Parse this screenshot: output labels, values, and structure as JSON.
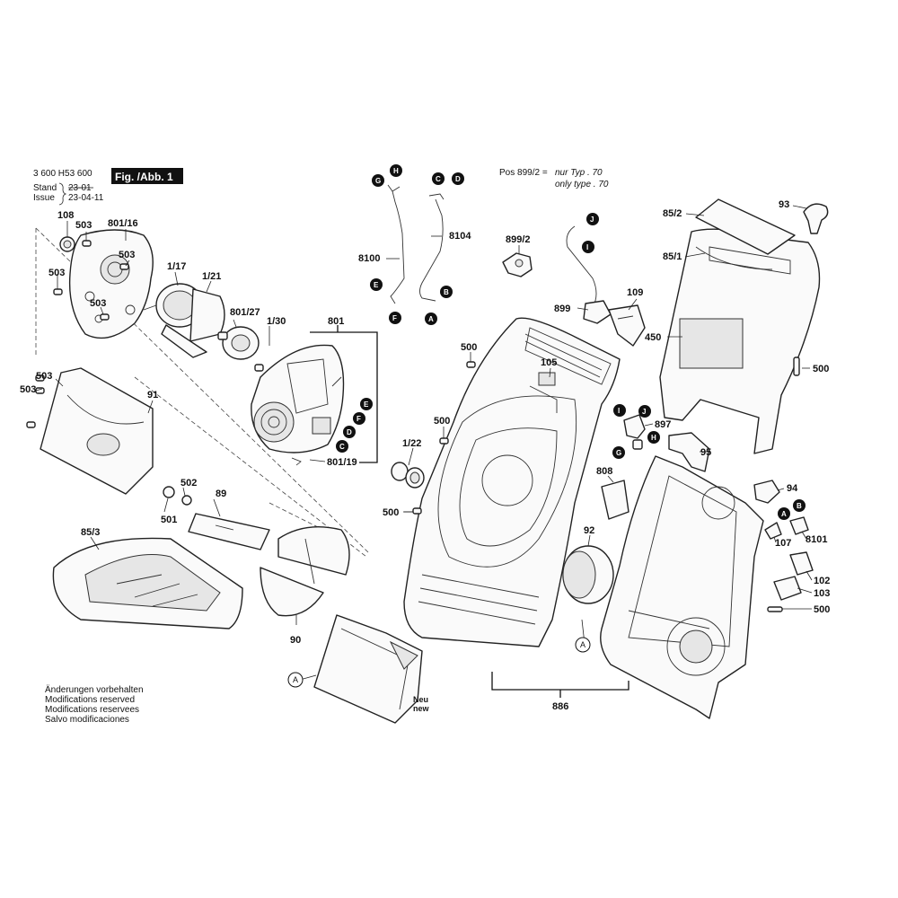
{
  "header": {
    "doc_number": "3 600 H53 600",
    "figure_label": "Fig. /Abb. 1",
    "stand_label": "Stand",
    "stand_value": "23-01",
    "issue_label": "Issue",
    "issue_value": "23-04-11",
    "pos_note_ref": "Pos 899/2 =",
    "pos_note_de": "nur Typ . 70",
    "pos_note_en": "only type . 70"
  },
  "footer_notes": [
    "Änderungen vorbehalten",
    "Modifications reserved",
    "Modifications reservees",
    "Salvo modificaciones"
  ],
  "new_label": [
    "Neu",
    "new"
  ],
  "part_labels": {
    "p108": "108",
    "p503a": "503",
    "p801_16": "801/16",
    "p503b": "503",
    "p503c": "503",
    "p1_17": "1/17",
    "p1_21": "1/21",
    "p503d": "503",
    "p801_27": "801/27",
    "p1_30": "1/30",
    "p801": "801",
    "p8100": "8100",
    "p8104": "8104",
    "p899_2": "899/2",
    "p899": "899",
    "p109": "109",
    "p85_2": "85/2",
    "p93": "93",
    "p85_1": "85/1",
    "p450": "450",
    "p500a": "500",
    "p500b": "500",
    "p105": "105",
    "p500c": "500",
    "p897": "897",
    "p95": "95",
    "p503e": "503",
    "p503f": "503",
    "p91": "91",
    "p801_19": "801/19",
    "p1_22": "1/22",
    "p808": "808",
    "p94": "94",
    "p502": "502",
    "p89": "89",
    "p501": "501",
    "p500d": "500",
    "p92": "92",
    "p107": "107",
    "p8101": "8101",
    "p85_3": "85/3",
    "p102": "102",
    "p103": "103",
    "p500e": "500",
    "p90": "90",
    "p886": "886"
  },
  "connector_labels": {
    "H1": "H",
    "G1": "G",
    "C1": "C",
    "D1": "D",
    "E1": "E",
    "F1": "F",
    "B1": "B",
    "A1": "A",
    "J1": "J",
    "I1": "I",
    "E2": "E",
    "F2": "F",
    "D2": "D",
    "C2": "C",
    "I2": "I",
    "J2": "J",
    "H2": "H",
    "G2": "G",
    "B2": "B",
    "A2": "A",
    "oA1": "A",
    "oA2": "A"
  }
}
